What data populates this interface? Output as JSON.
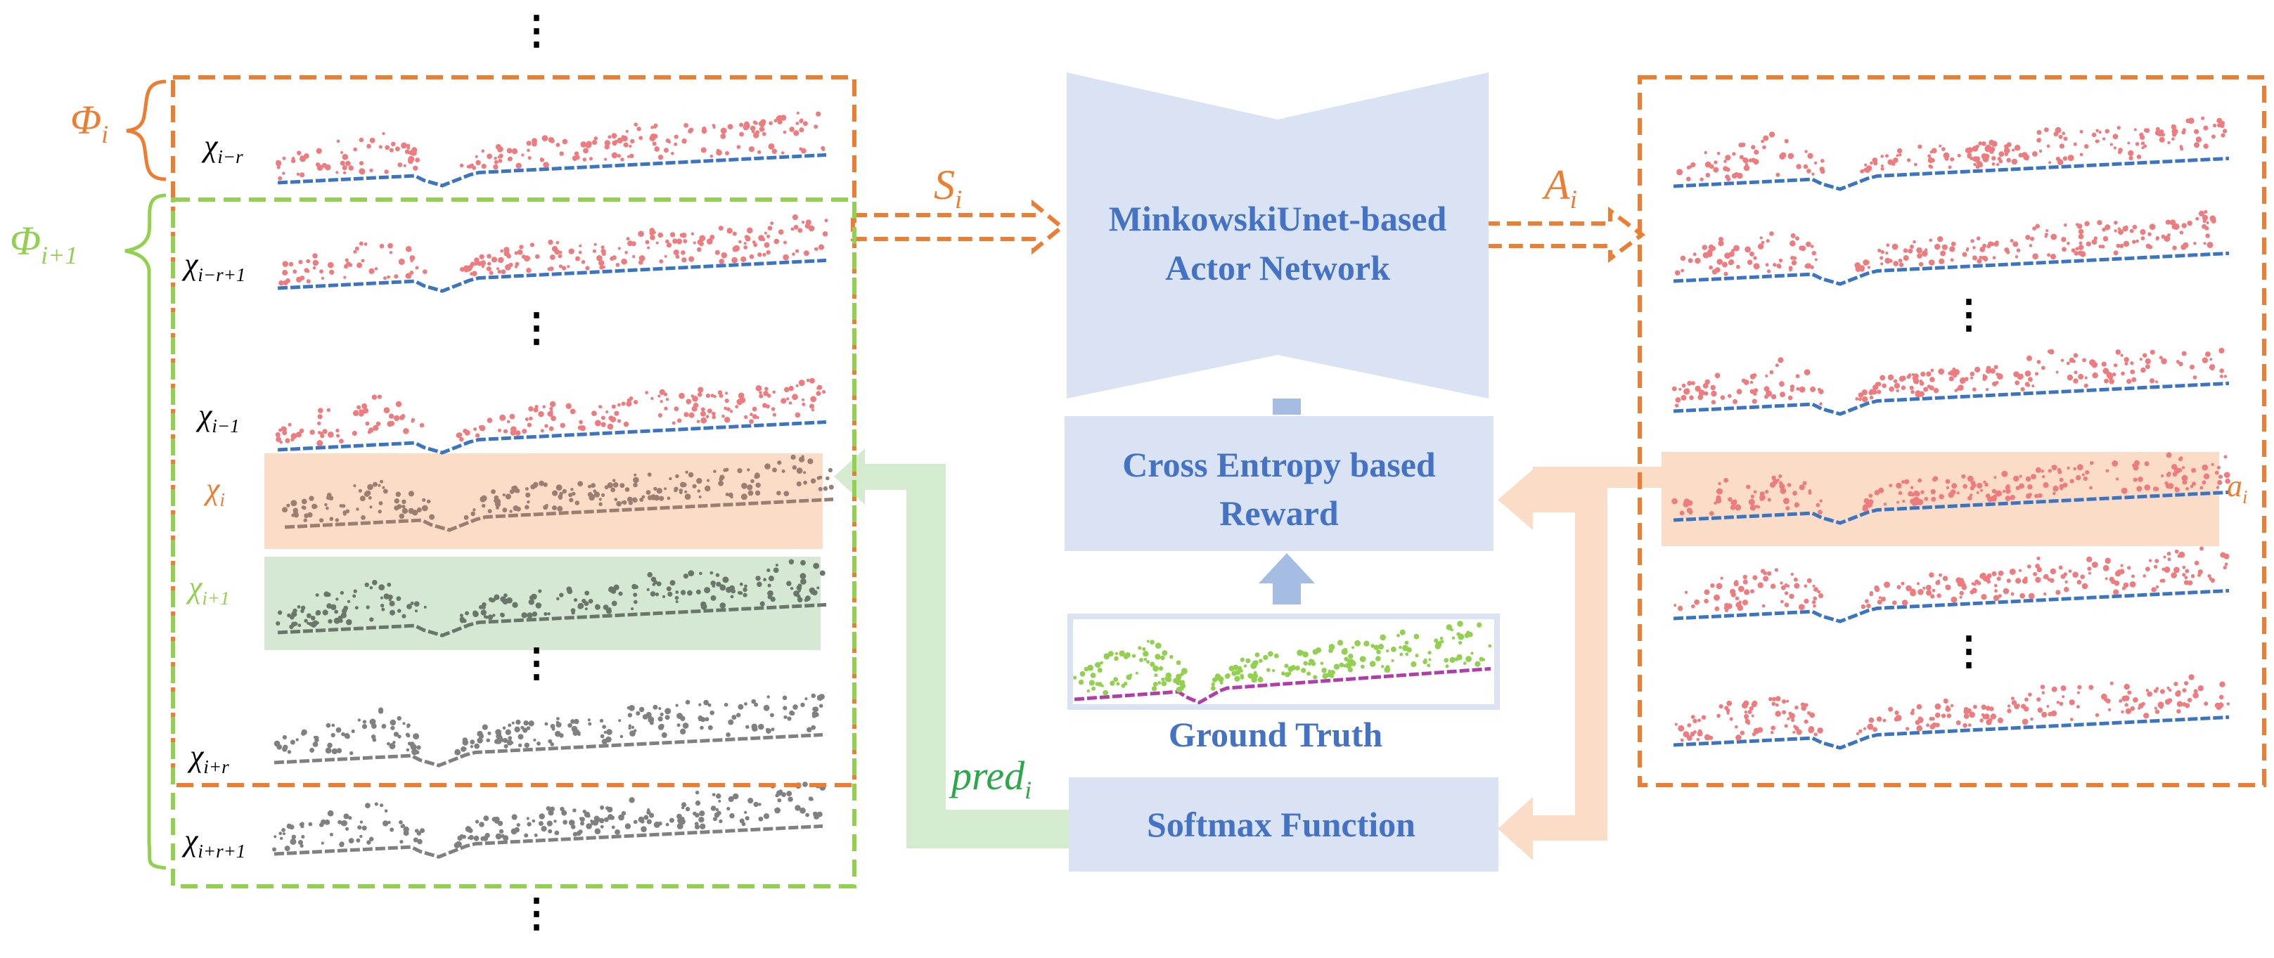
{
  "colors": {
    "orange": "#ed7d31",
    "green": "#92d050",
    "dark_green": "#2aa84a",
    "box_fill": "#dae3f3",
    "box_text": "#4472c4",
    "up_arrow": "#a5bde3",
    "pred_arrow": "#d5ebd0",
    "feedback_arrow": "#fbdcc6",
    "orange_band": "#fbdcc6",
    "green_band": "#d5e8d4",
    "red_points": "#ee7b7e",
    "blue_line": "#3b75c2",
    "gray_points": "#808080",
    "brown_points": "#9a7e72",
    "darkgreen_points": "#6b766b",
    "gt_points": "#92d050",
    "gt_line": "#b13dab"
  },
  "left_group": {
    "phi_i_main": "Φ",
    "phi_i_sub": "i",
    "phi_i1_main": "Φ",
    "phi_i1_sub": "i+1",
    "frames": [
      {
        "main": "χ",
        "sub": "i−r",
        "style": "red",
        "color": "#000000"
      },
      {
        "main": "χ",
        "sub": "i−r+1",
        "style": "red",
        "color": "#000000"
      },
      {
        "main": "χ",
        "sub": "i−1",
        "style": "red",
        "color": "#000000"
      },
      {
        "main": "χ",
        "sub": "i",
        "style": "brown",
        "color": "#ed7d31"
      },
      {
        "main": "χ",
        "sub": "i+1",
        "style": "darkgreen",
        "color": "#92d050"
      },
      {
        "main": "χ",
        "sub": "i+r",
        "style": "gray",
        "color": "#000000"
      },
      {
        "main": "χ",
        "sub": "i+r+1",
        "style": "gray",
        "color": "#000000"
      }
    ]
  },
  "center": {
    "state_main": "S",
    "state_sub": "i",
    "action_main": "A",
    "action_sub": "i",
    "actor_line1": "MinkowskiUnet-based",
    "actor_line2": "Actor Network",
    "reward_line1": "Cross Entropy based",
    "reward_line2": "Reward",
    "ground_truth": "Ground Truth",
    "softmax": "Softmax Function",
    "pred_main": "pred",
    "pred_sub": "i"
  },
  "right_group": {
    "highlight_main": "a",
    "highlight_sub": "i"
  },
  "dots": "⋮"
}
